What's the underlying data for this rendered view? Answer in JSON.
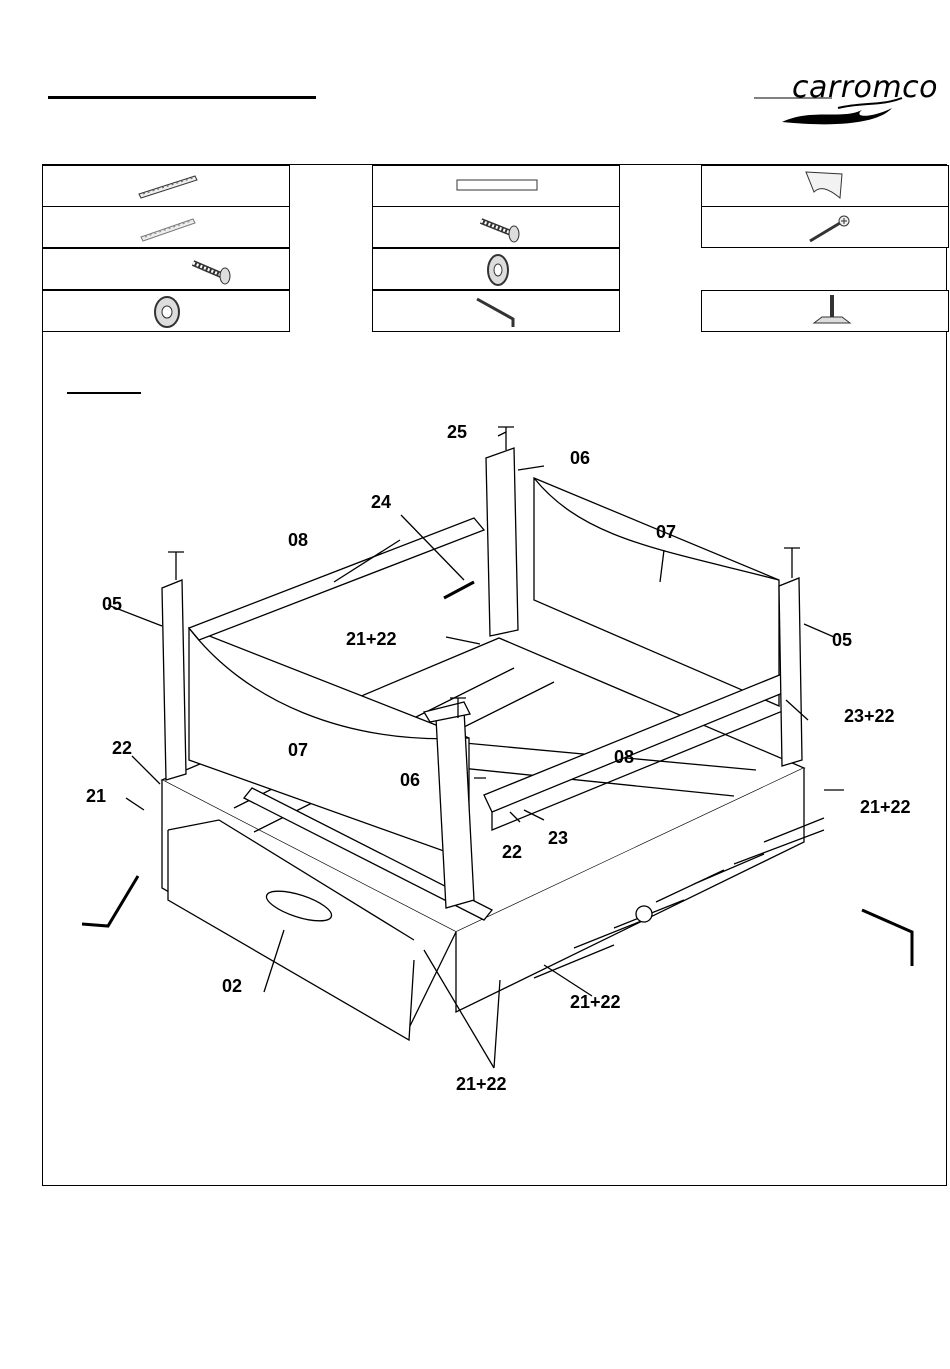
{
  "brand": {
    "name": "carromco"
  },
  "parts_grid": [
    {
      "icon": "long-bracket-icon"
    },
    {
      "icon": "flat-plate-icon"
    },
    {
      "icon": "corner-wedge-icon"
    },
    {
      "icon": "long-bracket-icon"
    },
    {
      "icon": "bolt-icon"
    },
    {
      "icon": "wood-screw-icon"
    },
    {
      "icon": "bolt-icon"
    },
    {
      "icon": "washer-icon"
    },
    {
      "icon": "washer-icon"
    },
    {
      "icon": "allen-key-icon"
    },
    {
      "icon": "leveler-foot-icon"
    }
  ],
  "diagram": {
    "labels": {
      "l25": "25",
      "l06_top": "06",
      "l24": "24",
      "l08_top": "08",
      "l07_right": "07",
      "l05_left": "05",
      "l05_right": "05",
      "l21_22_a": "21+22",
      "l23_22": "23+22",
      "l22_left": "22",
      "l07_left": "07",
      "l08_front": "08",
      "l06_front": "06",
      "l21_left": "21",
      "l21_22_b": "21+22",
      "l22_mid": "22",
      "l23_mid": "23",
      "l02": "02",
      "l21_22_c": "21+22",
      "l21_22_d": "21+22"
    }
  }
}
